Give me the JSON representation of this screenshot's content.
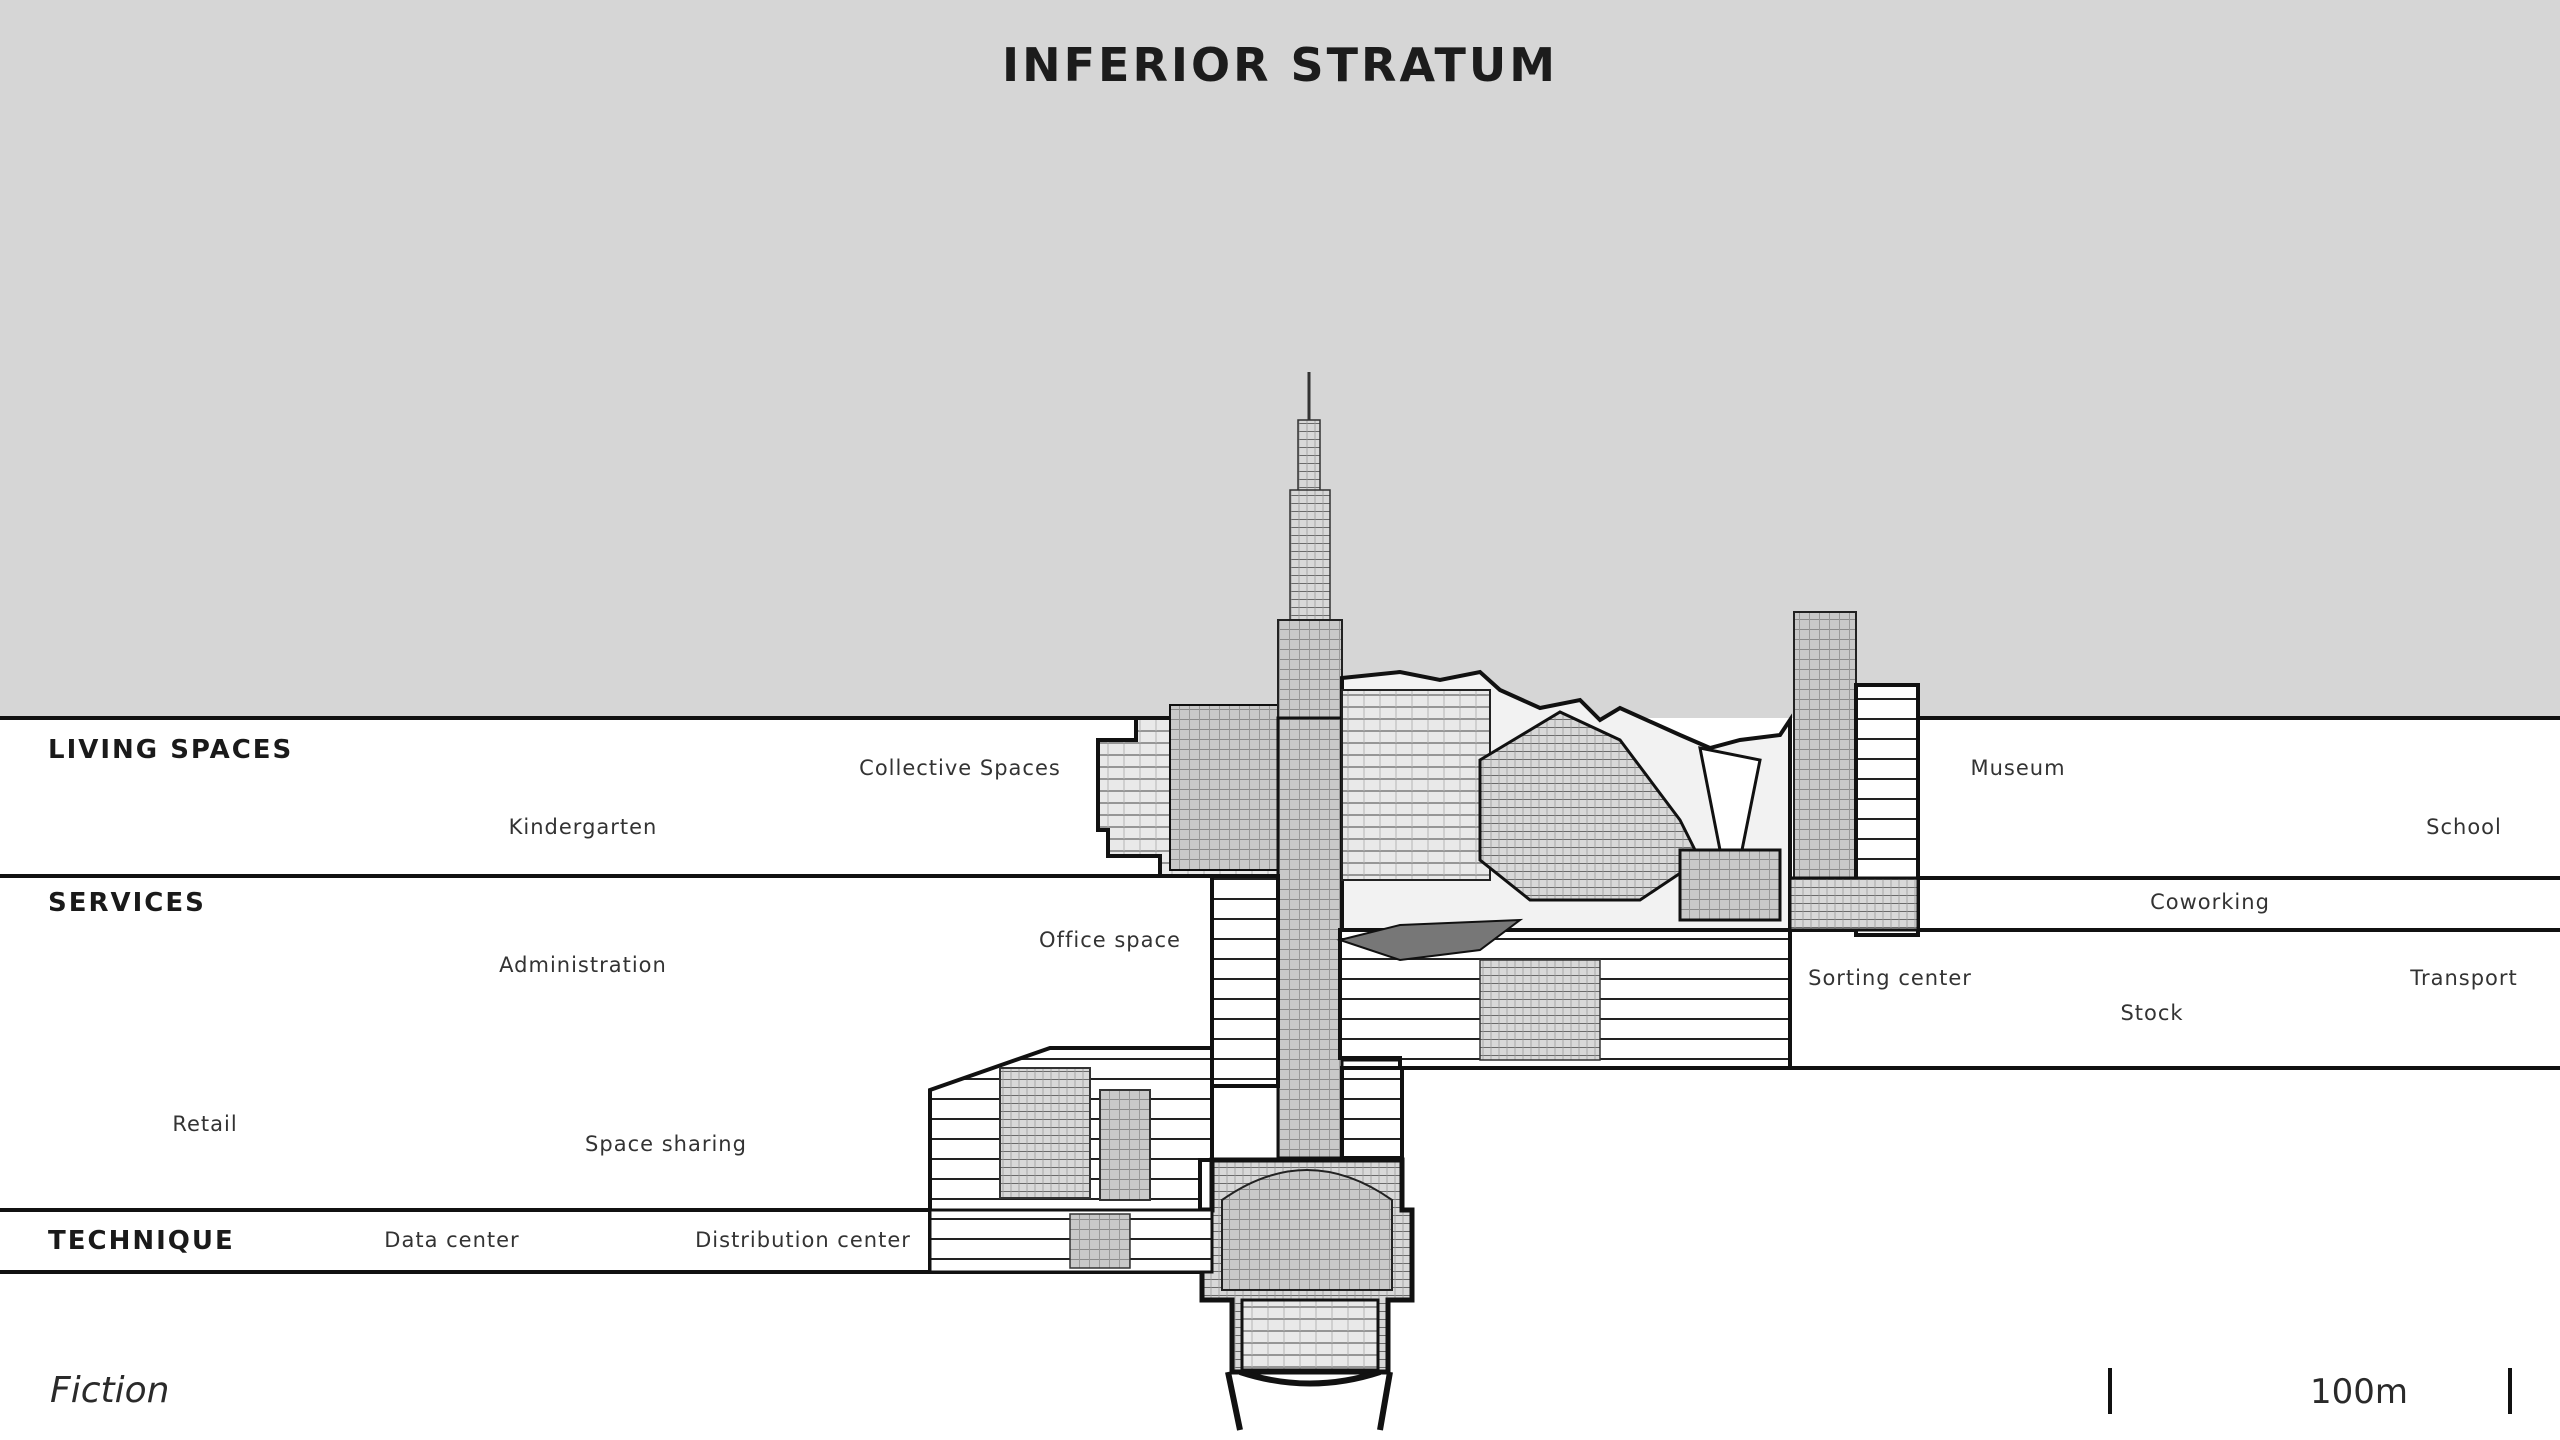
{
  "title": "INFERIOR STRATUM",
  "bands": {
    "living": "LIVING SPACES",
    "services": "SERVICES",
    "technique": "TECHNIQUE"
  },
  "programs": {
    "collective_spaces": "Collective Spaces",
    "kindergarten": "Kindergarten",
    "museum": "Museum",
    "school": "School",
    "coworking": "Coworking",
    "office_space": "Office space",
    "administration": "Administration",
    "sorting_center": "Sorting center",
    "transport": "Transport",
    "stock": "Stock",
    "retail": "Retail",
    "space_sharing": "Space sharing",
    "data_center": "Data center",
    "distribution_center": "Distribution center"
  },
  "footer": {
    "fiction": "Fiction",
    "scale": "100m"
  },
  "colors": {
    "sky": "#d6d6d6",
    "ground": "#ffffff",
    "ink": "#111111",
    "building_gray": "#bdbdbd"
  }
}
